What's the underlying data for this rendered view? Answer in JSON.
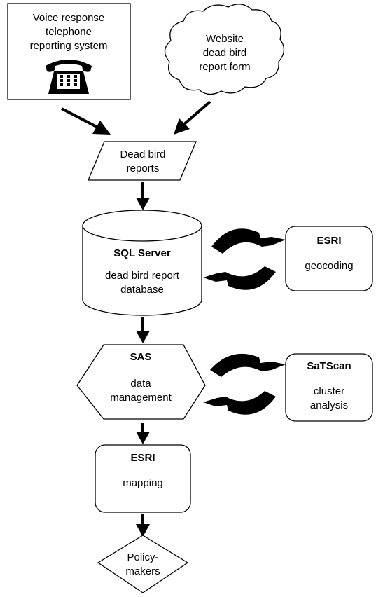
{
  "colors": {
    "stroke": "#000000",
    "fill": "#ffffff",
    "text": "#000000"
  },
  "nodes": {
    "voice": {
      "lines": [
        "Voice response",
        "telephone",
        "reporting system"
      ],
      "icon": "telephone-icon"
    },
    "website": {
      "lines": [
        "Website",
        "dead bird",
        "report form"
      ]
    },
    "reports": {
      "lines": [
        "Dead bird",
        "reports"
      ]
    },
    "sql": {
      "title": "SQL Server",
      "lines": [
        "dead bird report",
        "database"
      ]
    },
    "esri_geo": {
      "title": "ESRI",
      "lines": [
        "geocoding"
      ]
    },
    "sas": {
      "title": "SAS",
      "lines": [
        "data",
        "management"
      ]
    },
    "satscan": {
      "title": "SaTScan",
      "lines": [
        "cluster",
        "analysis"
      ]
    },
    "esri_map": {
      "title": "ESRI",
      "lines": [
        "mapping"
      ]
    },
    "policy": {
      "lines": [
        "Policy-",
        "makers"
      ]
    }
  }
}
